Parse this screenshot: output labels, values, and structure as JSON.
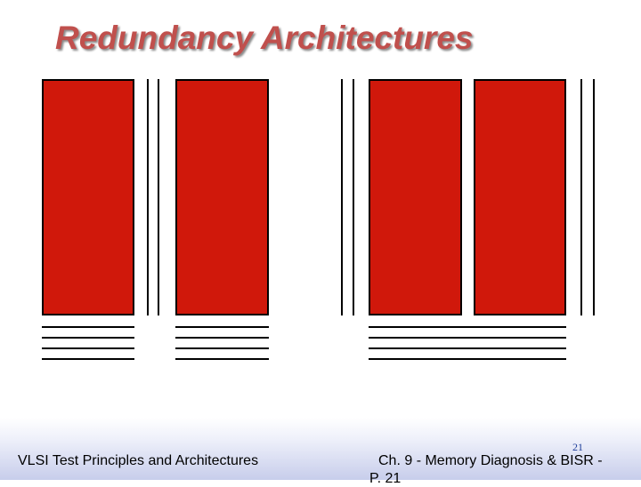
{
  "slide": {
    "title": "Redundancy Architectures",
    "page_number": "21",
    "footer_left": "VLSI Test Principles and Architectures",
    "footer_right": "Ch. 9 - Memory Diagnosis & BISR -",
    "footer_right_wrap": "P. 21"
  },
  "colors": {
    "title": "#c0504d",
    "memory_block": "#d0180b",
    "lines": "#000000",
    "footer_gradient_end": "#c7cdeb",
    "page_number": "#1f3f9a"
  }
}
